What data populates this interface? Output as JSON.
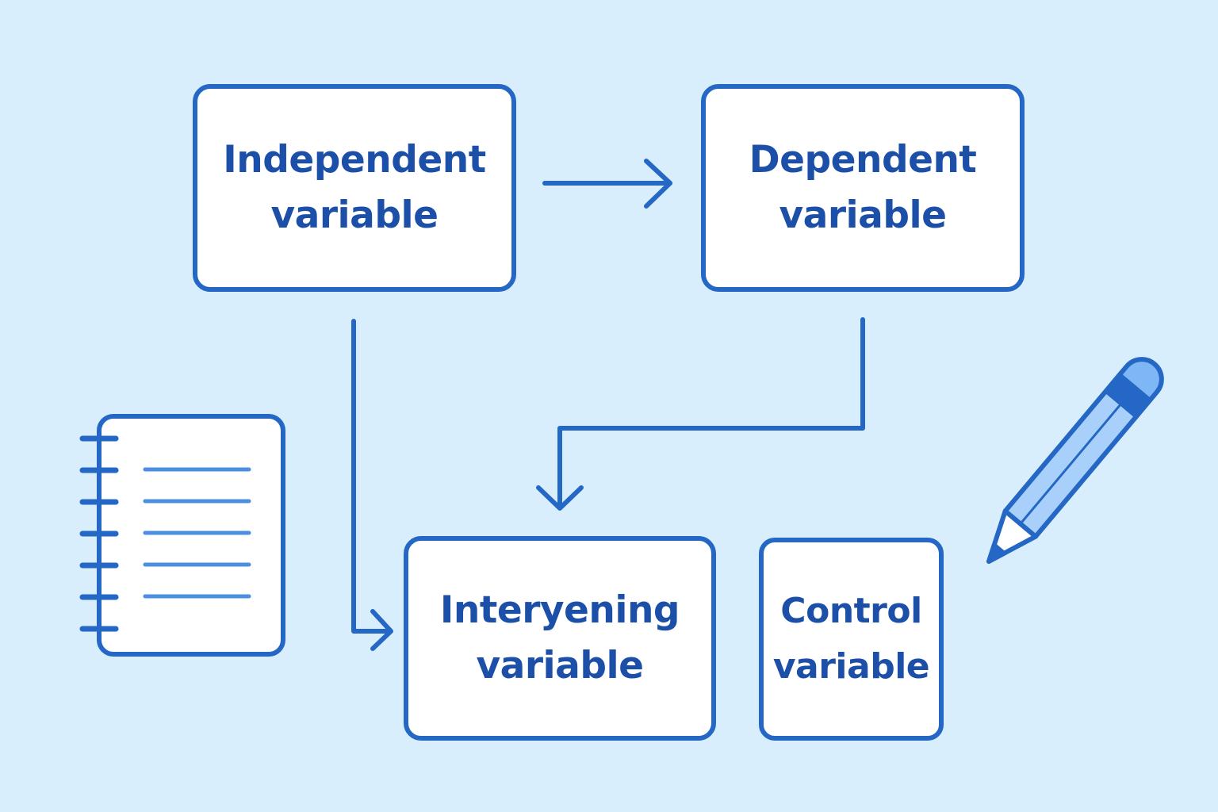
{
  "colors": {
    "background": "#d9eefd",
    "stroke": "#2567c4",
    "text": "#1c4fa8",
    "box_fill": "#ffffff",
    "notepad_lines": "#4b8fdf",
    "pencil_fill": "#a8d0fa",
    "pencil_eraser": "#7fb6f5"
  },
  "nodes": {
    "independent": {
      "line1": "Independent",
      "line2": "variable"
    },
    "dependent": {
      "line1": "Dependent",
      "line2": "variable"
    },
    "intervening": {
      "line1": "Interyening",
      "line2": "variable"
    },
    "control": {
      "line1": "Control",
      "line2": "variable"
    }
  },
  "edges": [
    {
      "from": "independent",
      "to": "dependent"
    },
    {
      "from": "independent",
      "to": "intervening"
    },
    {
      "from": "dependent",
      "to": "intervening"
    }
  ],
  "decorations": [
    "notepad-icon",
    "pencil-icon"
  ]
}
